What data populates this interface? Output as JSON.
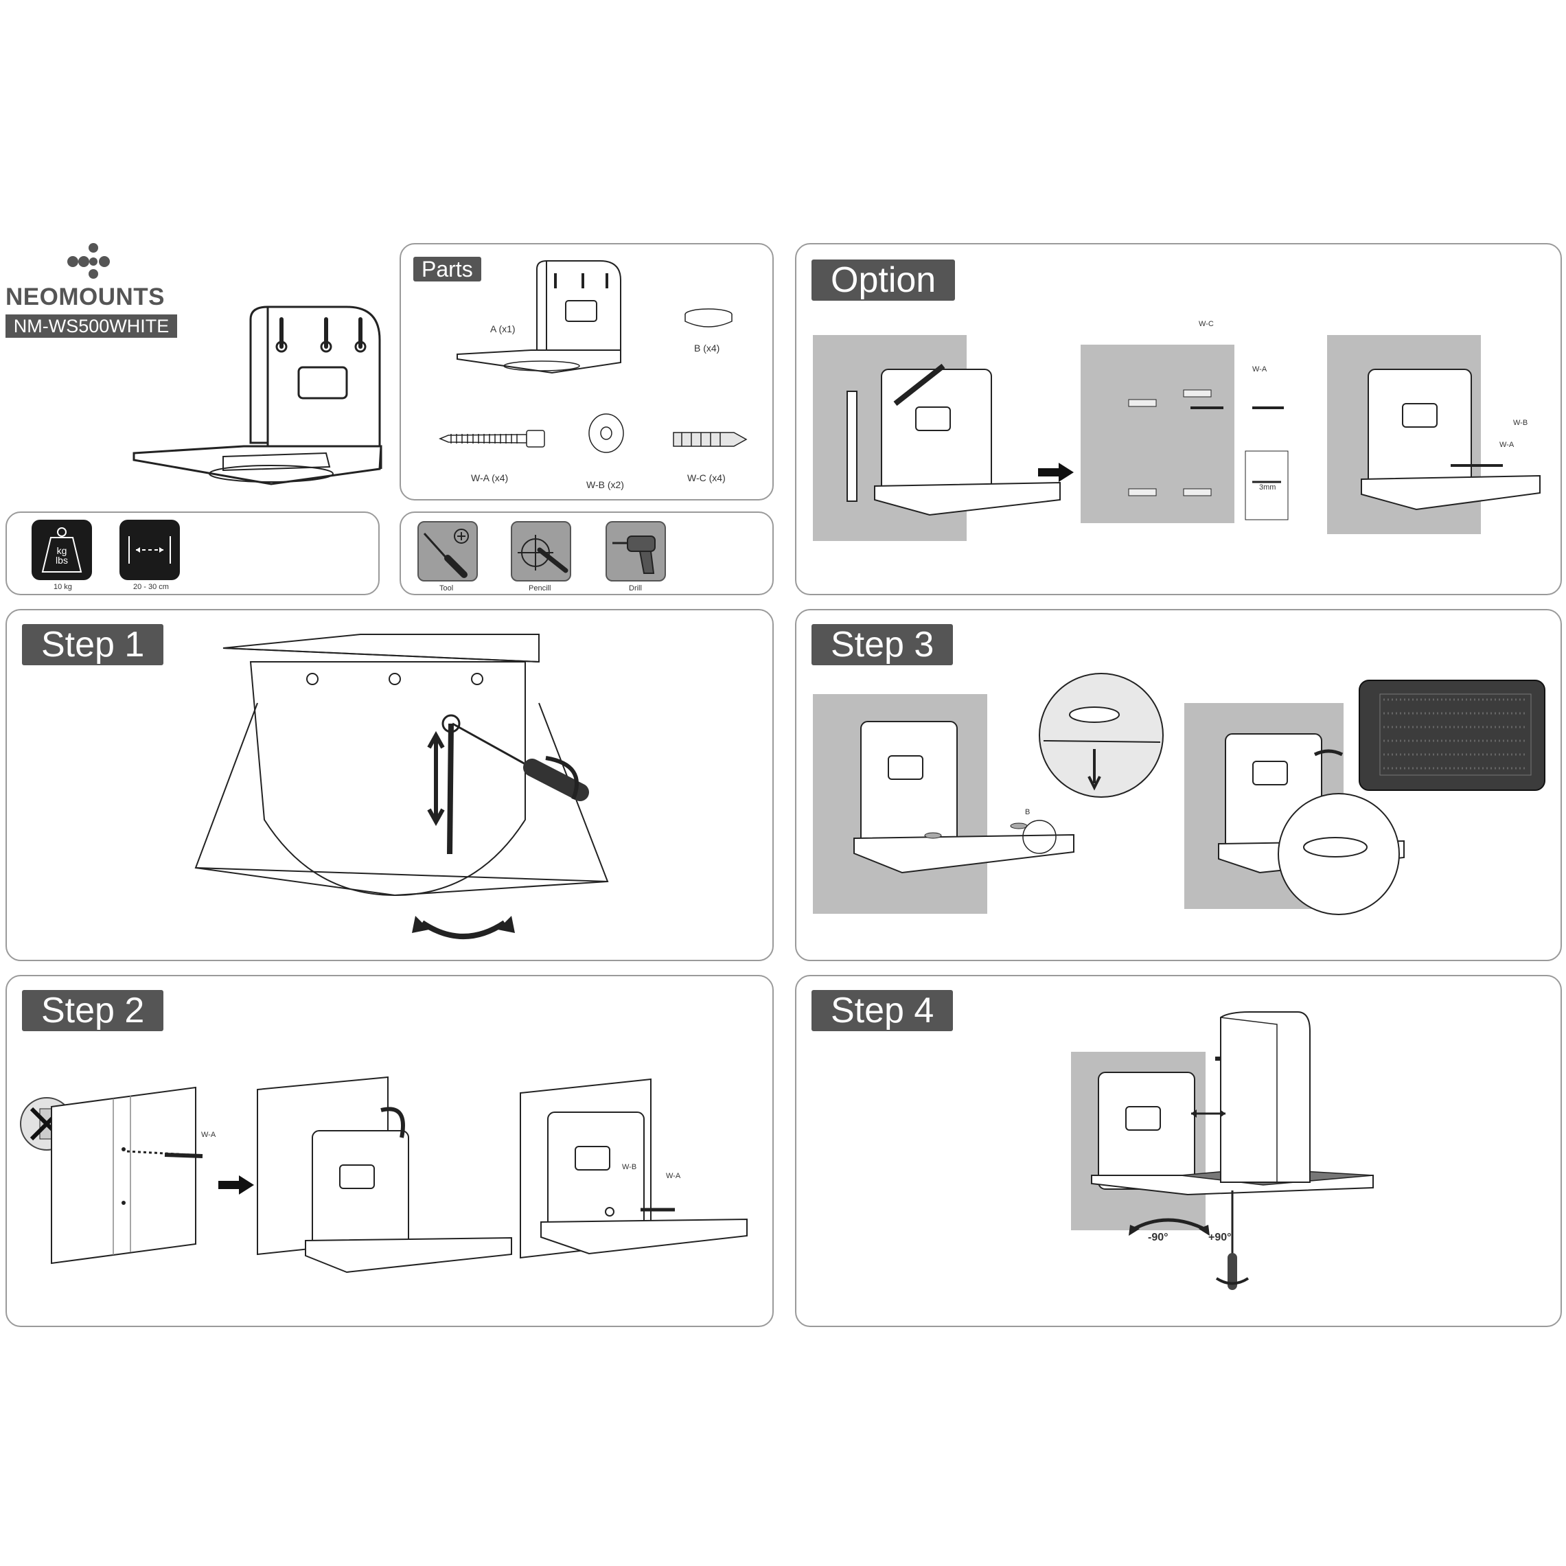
{
  "brand": {
    "name": "NEOMOUNTS",
    "model": "NM-WS500WHITE"
  },
  "specs": {
    "weight_label": "10 kg",
    "weight_icon_text": "kg\nlbs",
    "distance_label": "20 - 30 cm"
  },
  "parts": {
    "title": "Parts",
    "items": [
      {
        "label": "A (x1)"
      },
      {
        "label": "B (x4)"
      },
      {
        "label": "W-A (x4)"
      },
      {
        "label": "W-B (x2)"
      },
      {
        "label": "W-C (x4)"
      }
    ]
  },
  "tools": [
    {
      "label": "Tool"
    },
    {
      "label": "Pencill"
    },
    {
      "label": "Drill"
    }
  ],
  "option": {
    "title": "Option",
    "callouts": [
      "W-C",
      "W-A",
      "3mm",
      "W-B",
      "W-A"
    ]
  },
  "step1": {
    "title": "Step 1"
  },
  "step2": {
    "title": "Step 2",
    "callouts": [
      "W-A",
      "W-B",
      "W-A"
    ]
  },
  "step3": {
    "title": "Step 3",
    "callouts": [
      "B"
    ]
  },
  "step4": {
    "title": "Step 4",
    "angles": [
      "-90°",
      "+90°"
    ]
  }
}
